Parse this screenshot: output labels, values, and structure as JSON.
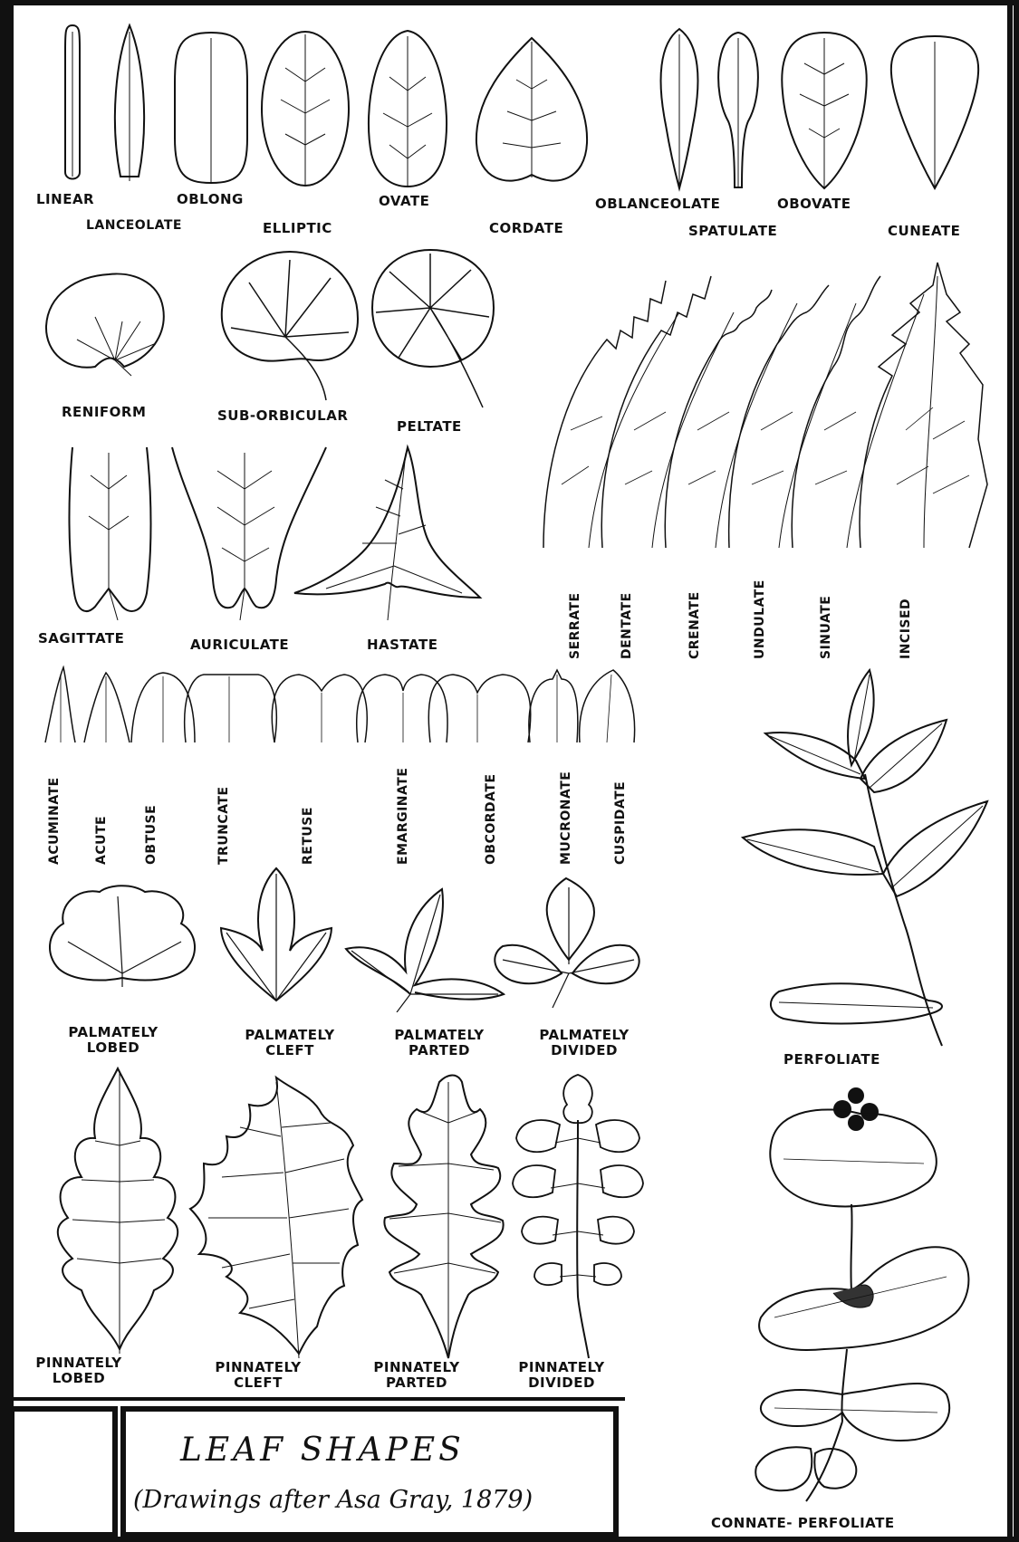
{
  "labels": {
    "linear": "LINEAR",
    "lanceolate": "LANCEOLATE",
    "oblong": "OBLONG",
    "elliptic": "ELLIPTIC",
    "ovate": "OVATE",
    "cordate": "CORDATE",
    "oblanceolate": "OBLANCEOLATE",
    "spatulate": "SPATULATE",
    "obovate": "OBOVATE",
    "cuneate": "CUNEATE",
    "reniform": "RENIFORM",
    "sub_orbicular": "SUB-ORBICULAR",
    "peltate": "PELTATE",
    "sagittate": "SAGITTATE",
    "auriculate": "AURICULATE",
    "hastate": "HASTATE",
    "serrate": "SERRATE",
    "dentate": "DENTATE",
    "crenate": "CRENATE",
    "undulate": "UNDULATE",
    "sinuate": "SINUATE",
    "incised": "INCISED",
    "acuminate": "ACUMINATE",
    "acute": "ACUTE",
    "obtuse": "OBTUSE",
    "truncate": "TRUNCATE",
    "retuse": "RETUSE",
    "emarginate": "EMARGINATE",
    "obcordate": "OBCORDATE",
    "mucronate": "MUCRONATE",
    "cuspidate": "CUSPIDATE",
    "palmately_lobed_1": "PALMATELY",
    "palmately_lobed_2": "LOBED",
    "palmately_cleft_1": "PALMATELY",
    "palmately_cleft_2": "CLEFT",
    "palmately_parted_1": "PALMATELY",
    "palmately_parted_2": "PARTED",
    "palmately_divided_1": "PALMATELY",
    "palmately_divided_2": "DIVIDED",
    "perfoliate": "PERFOLIATE",
    "pinnately_lobed_1": "PINNATELY",
    "pinnately_lobed_2": "LOBED",
    "pinnately_cleft_1": "PINNATELY",
    "pinnately_cleft_2": "CLEFT",
    "pinnately_parted_1": "PINNATELY",
    "pinnately_parted_2": "PARTED",
    "pinnately_divided_1": "PINNATELY",
    "pinnately_divided_2": "DIVIDED",
    "connate_perfoliate": "CONNATE- PERFOLIATE"
  },
  "title": {
    "main": "LEAF  SHAPES",
    "sub": "(Drawings after Asa Gray, 1879)"
  },
  "colors": {
    "ink": "#111111",
    "paper": "#ffffff"
  }
}
